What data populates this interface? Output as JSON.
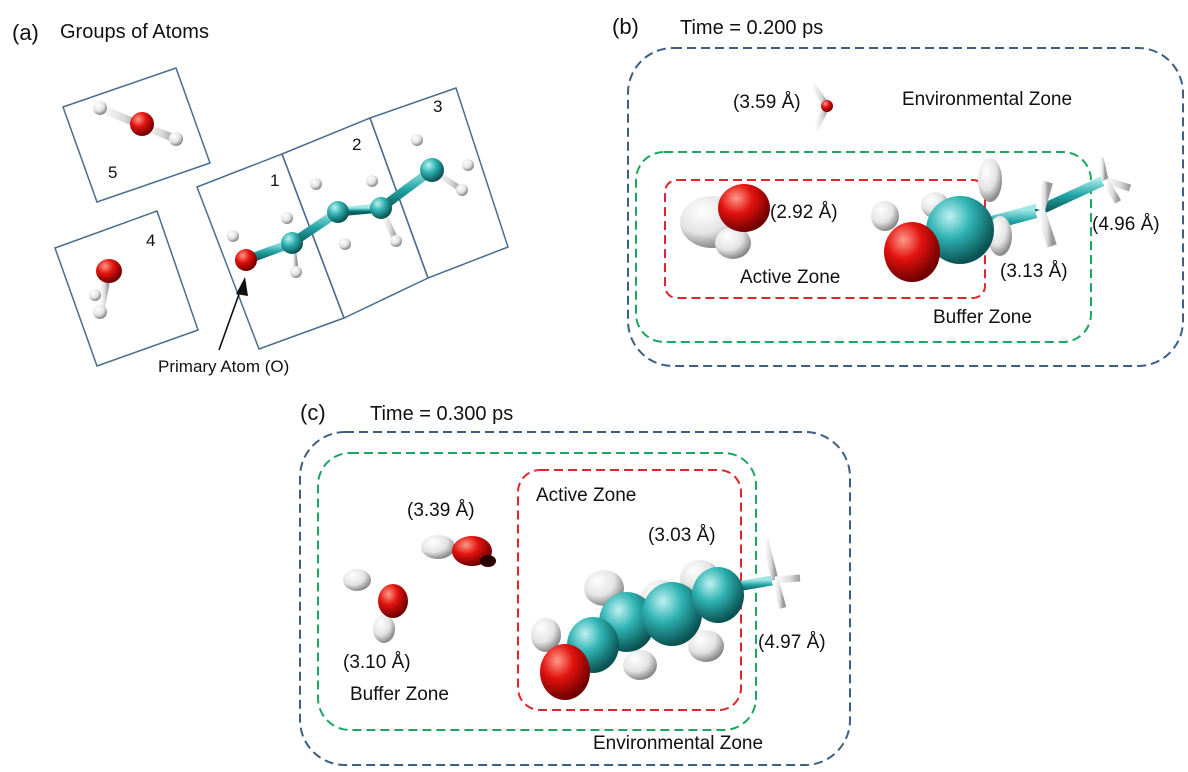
{
  "colors": {
    "environmental": "#3c5f82",
    "buffer": "#1aa760",
    "active": "#e0262b",
    "group_box": "#4a6e8f",
    "oxygen": "#e3130f",
    "carbon": "#2fb3b3",
    "hydrogen": "#e8e8e8"
  },
  "panel_a": {
    "letter": "(a)",
    "title": "Groups of Atoms",
    "groups": [
      "1",
      "2",
      "3",
      "4",
      "5"
    ],
    "primary_label": "Primary Atom (O)"
  },
  "panel_b": {
    "letter": "(b)",
    "time": "Time = 0.200 ps",
    "environmental": "Environmental Zone",
    "buffer": "Buffer Zone",
    "active": "Active Zone",
    "distances": [
      "(3.59 Å)",
      "(2.92 Å)",
      "(3.13 Å)",
      "(4.96 Å)"
    ]
  },
  "panel_c": {
    "letter": "(c)",
    "time": "Time = 0.300 ps",
    "environmental": "Environmental Zone",
    "buffer": "Buffer Zone",
    "active": "Active Zone",
    "distances": [
      "(3.39 Å)",
      "(3.03 Å)",
      "(3.10 Å)",
      "(4.97 Å)"
    ]
  }
}
